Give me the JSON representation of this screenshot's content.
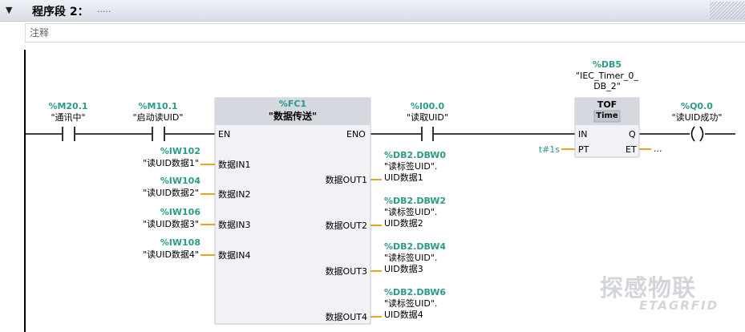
{
  "network": {
    "title": "程序段 2：",
    "title_dots": ".....",
    "comment_label": "注释"
  },
  "contacts": [
    {
      "address": "%M20.1",
      "symbol": "\"通讯中\""
    },
    {
      "address": "%M10.1",
      "symbol": "\"启动读UID\""
    },
    {
      "address": "%I00.0",
      "symbol": "\"读取UID\""
    }
  ],
  "fc_block": {
    "address": "%FC1",
    "name": "\"数据传送\"",
    "en": "EN",
    "eno": "ENO",
    "inputs": [
      {
        "pin": "数据IN1",
        "address": "%IW102",
        "symbol": "\"读UID数据1\""
      },
      {
        "pin": "数据IN2",
        "address": "%IW104",
        "symbol": "\"读UID数据2\""
      },
      {
        "pin": "数据IN3",
        "address": "%IW106",
        "symbol": "\"读UID数据3\""
      },
      {
        "pin": "数据IN4",
        "address": "%IW108",
        "symbol": "\"读UID数据4\""
      }
    ],
    "outputs": [
      {
        "pin": "数据OUT1",
        "address": "%DB2.DBW0",
        "symbol1": "\"读标签UID\".",
        "symbol2": "UID数据1"
      },
      {
        "pin": "数据OUT2",
        "address": "%DB2.DBW2",
        "symbol1": "\"读标签UID\".",
        "symbol2": "UID数据2"
      },
      {
        "pin": "数据OUT3",
        "address": "%DB2.DBW4",
        "symbol1": "\"读标签UID\".",
        "symbol2": "UID数据3"
      },
      {
        "pin": "数据OUT4",
        "address": "%DB2.DBW6",
        "symbol1": "\"读标签UID\".",
        "symbol2": "UID数据4"
      }
    ]
  },
  "timer": {
    "db_address": "%DB5",
    "db_name1": "\"IEC_Timer_0_",
    "db_name2": "DB_2\"",
    "type": "TOF",
    "subtype": "Time",
    "pin_in": "IN",
    "pin_q": "Q",
    "pin_pt": "PT",
    "pin_et": "ET",
    "pt_value": "t#1s",
    "et_value": "..."
  },
  "coil": {
    "address": "%Q0.0",
    "symbol": "\"读UID成功\""
  },
  "watermark": {
    "cn": "探感物联",
    "en": "ETAGRFID"
  },
  "colors": {
    "address": "#2b9b86",
    "wire_orange": "#f0a020",
    "block_fill": "#f0f2f6",
    "block_header": "#d4d8df"
  }
}
